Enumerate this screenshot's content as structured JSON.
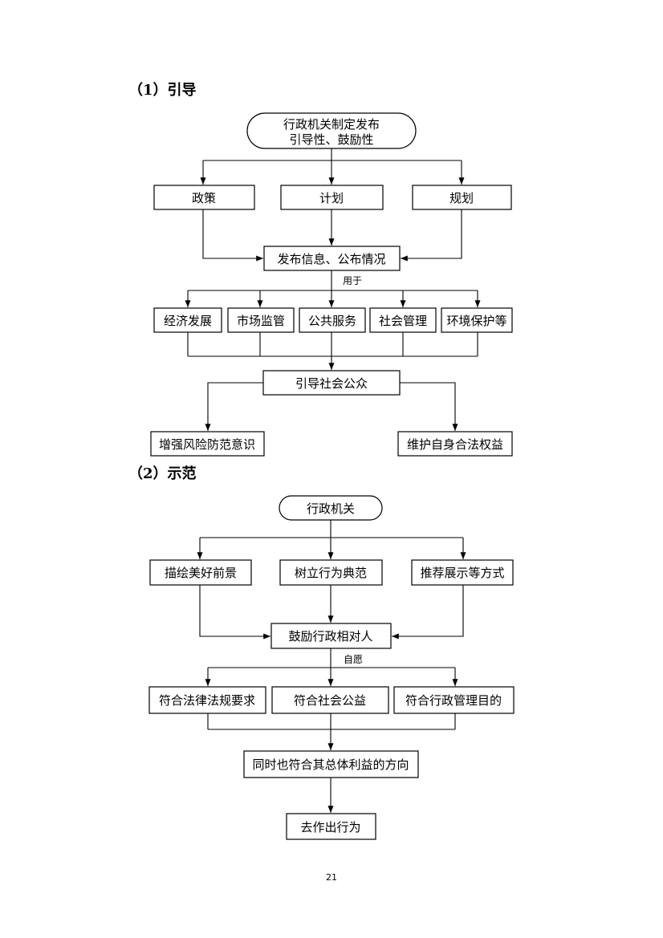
{
  "section1": {
    "heading": "（1）引导",
    "top_node": [
      "行政机关制定发布",
      "引导性、鼓励性"
    ],
    "tools": [
      "政策",
      "计划",
      "规划"
    ],
    "release_node": "发布信息、公布情况",
    "used_for_label": "用于",
    "areas": [
      "经济发展",
      "市场监管",
      "公共服务",
      "社会管理",
      "环境保护等"
    ],
    "guide_node": "引导社会公众",
    "outcomes": [
      "增强风险防范意识",
      "维护自身合法权益"
    ]
  },
  "section2": {
    "heading": "（2）示范",
    "top_node": "行政机关",
    "methods": [
      "描绘美好前景",
      "树立行为典范",
      "推荐展示等方式"
    ],
    "encourage_node": "鼓励行政相对人",
    "voluntary_label": "自愿",
    "compliance": [
      "符合法律法规要求",
      "符合社会公益",
      "符合行政管理目的"
    ],
    "interest_node": "同时也符合其总体利益的方向",
    "action_node": "去作出行为"
  },
  "page_number": "21"
}
